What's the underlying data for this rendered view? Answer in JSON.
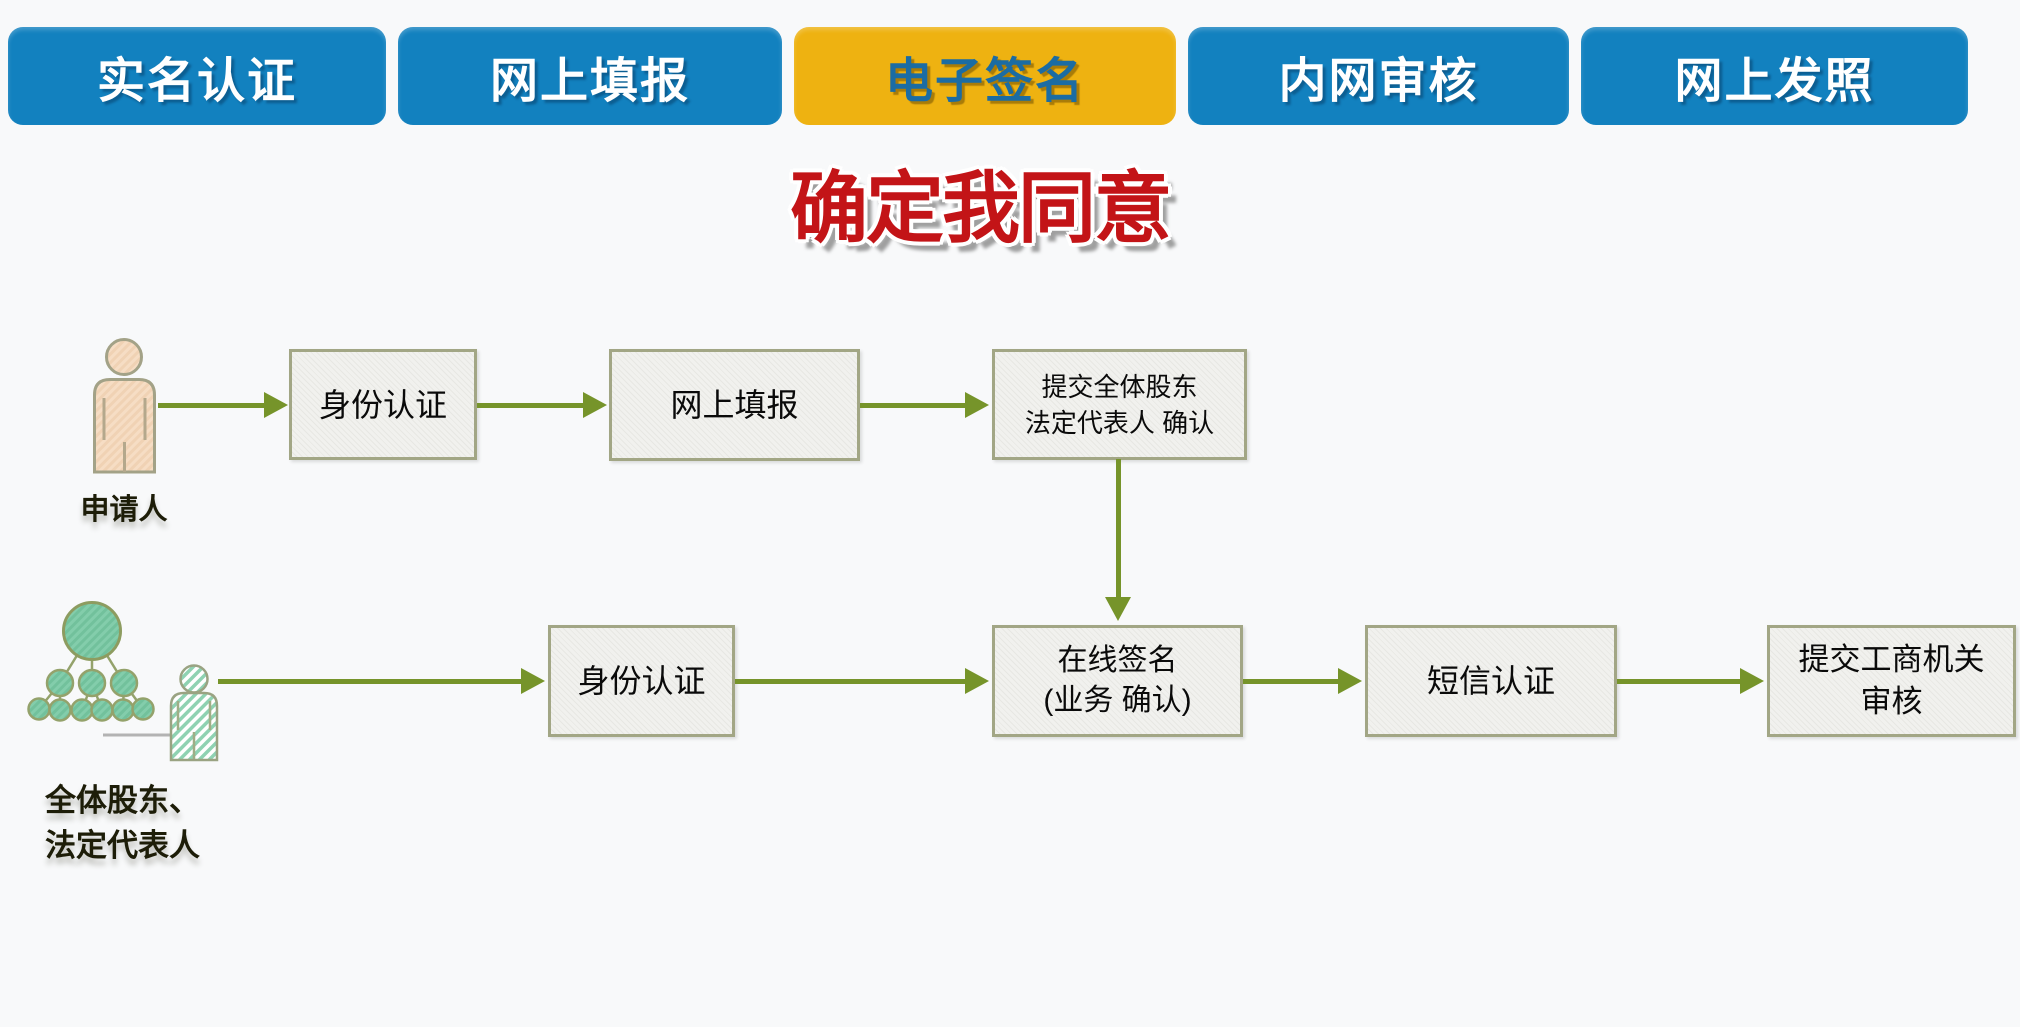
{
  "colors": {
    "page_bg": "#f8f9fa",
    "tab_blue": "#1281bf",
    "tab_yellow": "#eeb211",
    "tab_text_blue": "#1b6ca3",
    "title_red": "#c31417",
    "arrow_green": "#76942a",
    "box_border": "#a2a685",
    "box_bg": "#f1f1ee",
    "box_text": "#0a0a0a",
    "label_dark": "#1d1d08",
    "person_fill": "#f6ddc4",
    "group_green": "#83cdab"
  },
  "tabs": {
    "items": [
      {
        "label": "实名认证",
        "active": false
      },
      {
        "label": "网上填报",
        "active": false
      },
      {
        "label": "电子签名",
        "active": true
      },
      {
        "label": "内网审核",
        "active": false
      },
      {
        "label": "网上发照",
        "active": false
      }
    ]
  },
  "title": {
    "text": "确定我同意"
  },
  "flow": {
    "rows": [
      {
        "actor_label": "申请人",
        "actor_icon": "person-icon",
        "steps": [
          {
            "label": "身份认证"
          },
          {
            "label": "网上填报"
          },
          {
            "label": "提交全体股东\n法定代表人 确认"
          }
        ]
      },
      {
        "actor_label": "全体股东、\n法定代表人",
        "actor_icon": "group-icon",
        "steps": [
          {
            "label": "身份认证"
          },
          {
            "label": "在线签名\n(业务 确认)"
          },
          {
            "label": "短信认证"
          },
          {
            "label": "提交工商机关\n审核"
          }
        ]
      }
    ]
  }
}
